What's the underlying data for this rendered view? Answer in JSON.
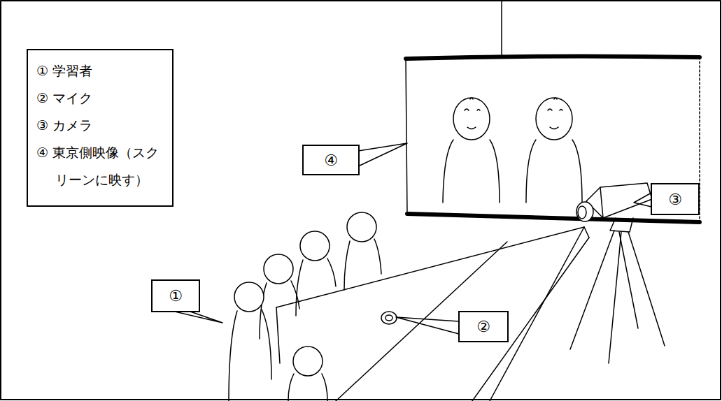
{
  "diagram": {
    "nodes": [
      {
        "text": [
          "① 学習者",
          "② マイク",
          "③ カメラ",
          "④ 東京側映像（スクリーンに映す）"
        ]
      },
      {
        "text": [
          "④"
        ]
      },
      {
        "text": [
          "③"
        ]
      },
      {
        "text": [
          "①"
        ]
      },
      {
        "text": [
          "②"
        ]
      }
    ]
  }
}
